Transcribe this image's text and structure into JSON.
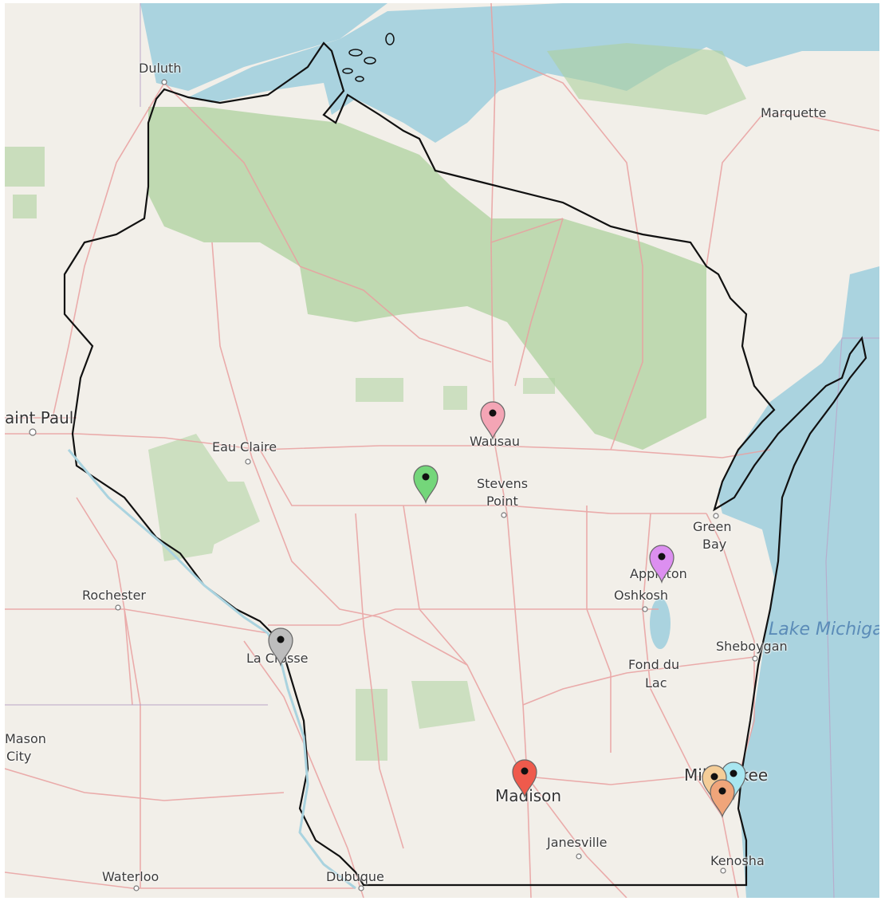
{
  "map": {
    "cities": [
      {
        "id": "duluth",
        "label": "Duluth"
      },
      {
        "id": "marquette",
        "label": "Marquette"
      },
      {
        "id": "saint-paul",
        "label": "aint Paul"
      },
      {
        "id": "eau-claire",
        "label": "Eau Claire"
      },
      {
        "id": "wausau",
        "label": "Wausau"
      },
      {
        "id": "stevens",
        "label": "Stevens"
      },
      {
        "id": "point",
        "label": "Point"
      },
      {
        "id": "green",
        "label": "Green"
      },
      {
        "id": "bay",
        "label": "Bay"
      },
      {
        "id": "appleton",
        "label": "Appleton"
      },
      {
        "id": "oshkosh",
        "label": "Oshkosh"
      },
      {
        "id": "rochester",
        "label": "Rochester"
      },
      {
        "id": "la-crosse",
        "label": "La Crosse"
      },
      {
        "id": "sheboygan",
        "label": "Sheboygan"
      },
      {
        "id": "fond-du",
        "label": "Fond du"
      },
      {
        "id": "lac",
        "label": "Lac"
      },
      {
        "id": "mason",
        "label": "Mason"
      },
      {
        "id": "city",
        "label": "City"
      },
      {
        "id": "madison",
        "label": "Madison"
      },
      {
        "id": "milwaukee",
        "label": "Milwaukee"
      },
      {
        "id": "janesville",
        "label": "Janesville"
      },
      {
        "id": "kenosha",
        "label": "Kenosha"
      },
      {
        "id": "waterloo",
        "label": "Waterloo"
      },
      {
        "id": "dubuque",
        "label": "Dubuque"
      }
    ],
    "water_labels": [
      {
        "id": "lake-michigan",
        "label": "Lake Michigan"
      }
    ],
    "markers": [
      {
        "id": "wausau",
        "color": "#f4a5b5"
      },
      {
        "id": "central",
        "color": "#74d67a"
      },
      {
        "id": "appleton",
        "color": "#dc8ff0"
      },
      {
        "id": "la-crosse",
        "color": "#bdbdbd"
      },
      {
        "id": "madison",
        "color": "#ef5a4c"
      },
      {
        "id": "milwaukee-1",
        "color": "#a8e6f0"
      },
      {
        "id": "milwaukee-2",
        "color": "#f4cd98"
      },
      {
        "id": "milwaukee-3",
        "color": "#f0a57a"
      }
    ]
  }
}
